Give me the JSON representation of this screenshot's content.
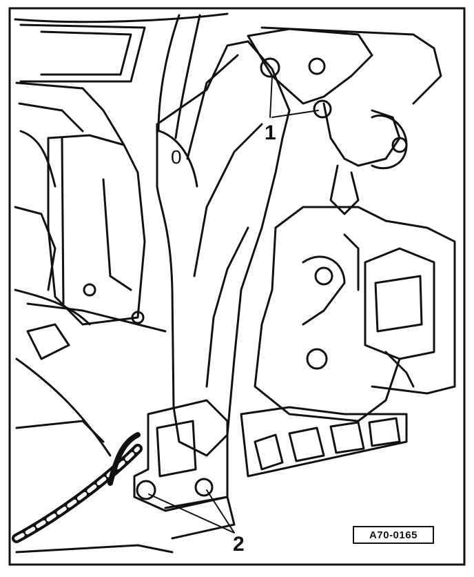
{
  "callouts": {
    "zero": "0",
    "one": "1",
    "two": "2"
  },
  "figure_id": "A70-0165",
  "colors": {
    "ink": "#111111",
    "paper": "#ffffff",
    "shade": "#bdbdbd"
  }
}
